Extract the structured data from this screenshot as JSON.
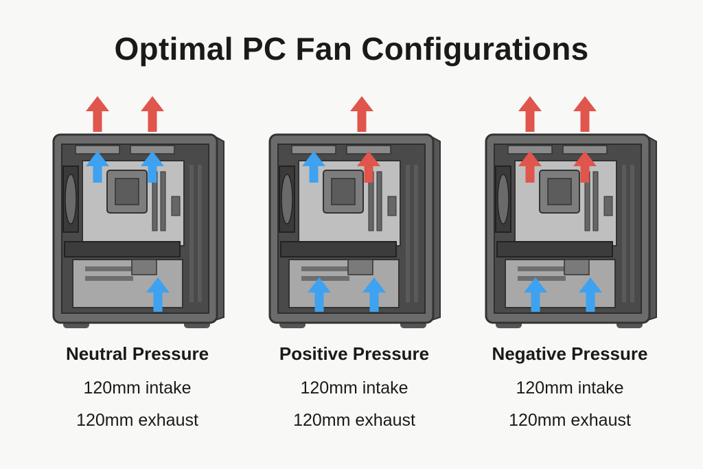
{
  "title": "Optimal PC Fan Configurations",
  "colors": {
    "intake": "#3ea2f0",
    "exhaust": "#e0554c",
    "case": "#6b6b6b",
    "board": "#bfbfbf"
  },
  "configs": [
    {
      "name": "Neutral Pressure",
      "intake": "120mm intake",
      "exhaust": "120mm exhaust",
      "top_exhaust_arrows": 2,
      "top_fans": [
        "intake",
        "intake"
      ],
      "bottom_intake_arrows": 1
    },
    {
      "name": "Positive Pressure",
      "intake": "120mm intake",
      "exhaust": "120mm exhaust",
      "top_exhaust_arrows": 1,
      "top_fans": [
        "intake",
        "exhaust"
      ],
      "bottom_intake_arrows": 2
    },
    {
      "name": "Negative Pressure",
      "intake": "120mm intake",
      "exhaust": "120mm exhaust",
      "top_exhaust_arrows": 2,
      "top_fans": [
        "exhaust",
        "exhaust"
      ],
      "bottom_intake_arrows": 2
    }
  ]
}
